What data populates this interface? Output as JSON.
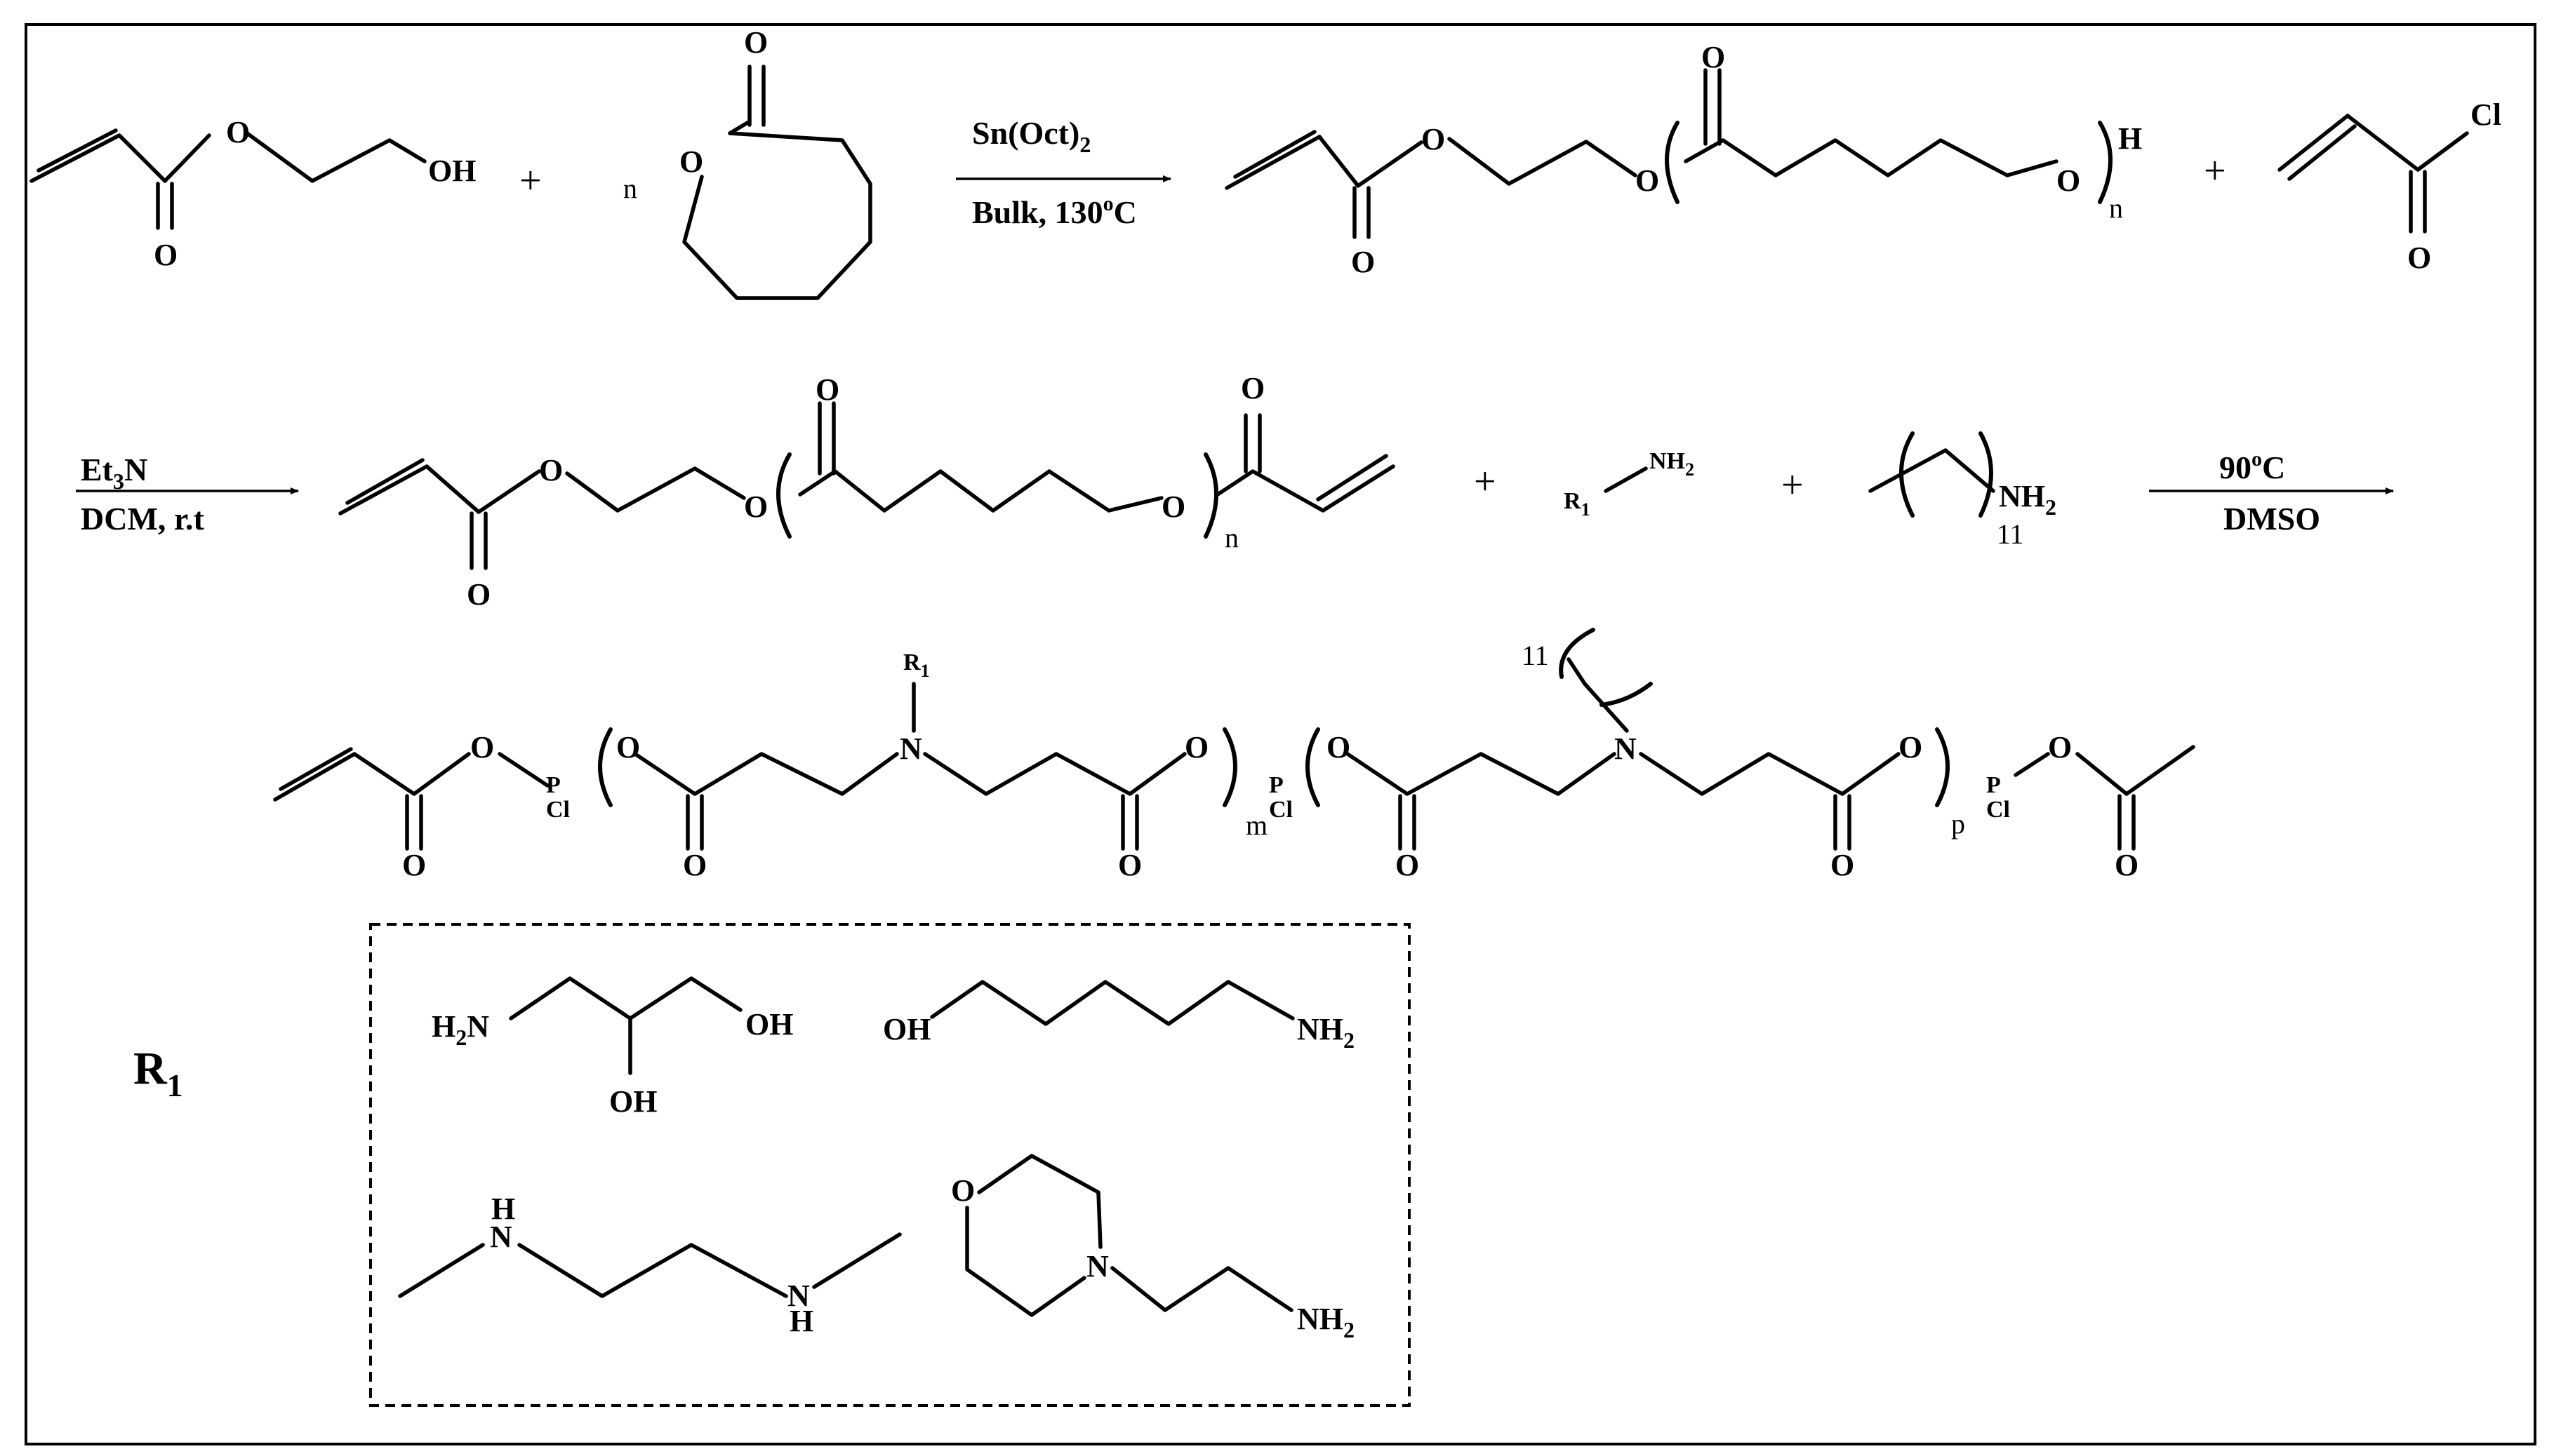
{
  "atoms": {
    "O": "O",
    "OH": "OH",
    "H": "H",
    "Cl": "Cl",
    "N": "N",
    "P": "P",
    "NH": "NH",
    "NH2_main": "NH",
    "NH2_sub": "2",
    "H2_main": "H",
    "H2_sub": "2",
    "R": "R",
    "R_sub": "1"
  },
  "operators": {
    "plus": "+"
  },
  "indices": {
    "n": "n",
    "m": "m",
    "p": "p",
    "eleven": "11"
  },
  "step1": {
    "reagent_main": "Sn(Oct)",
    "reagent_sub": "2",
    "conditions_main": "Bulk, 130",
    "conditions_sup": "o",
    "conditions_end": "C"
  },
  "step2": {
    "reagent_main": "Et",
    "reagent_sub": "3",
    "reagent_end": "N",
    "conditions": "DCM, r.t"
  },
  "step3": {
    "temperature_main": "90",
    "temperature_sup": "o",
    "temperature_end": "C",
    "solvent": "DMSO"
  },
  "r1_box": {
    "label_main": "R",
    "label_sub": "1"
  }
}
